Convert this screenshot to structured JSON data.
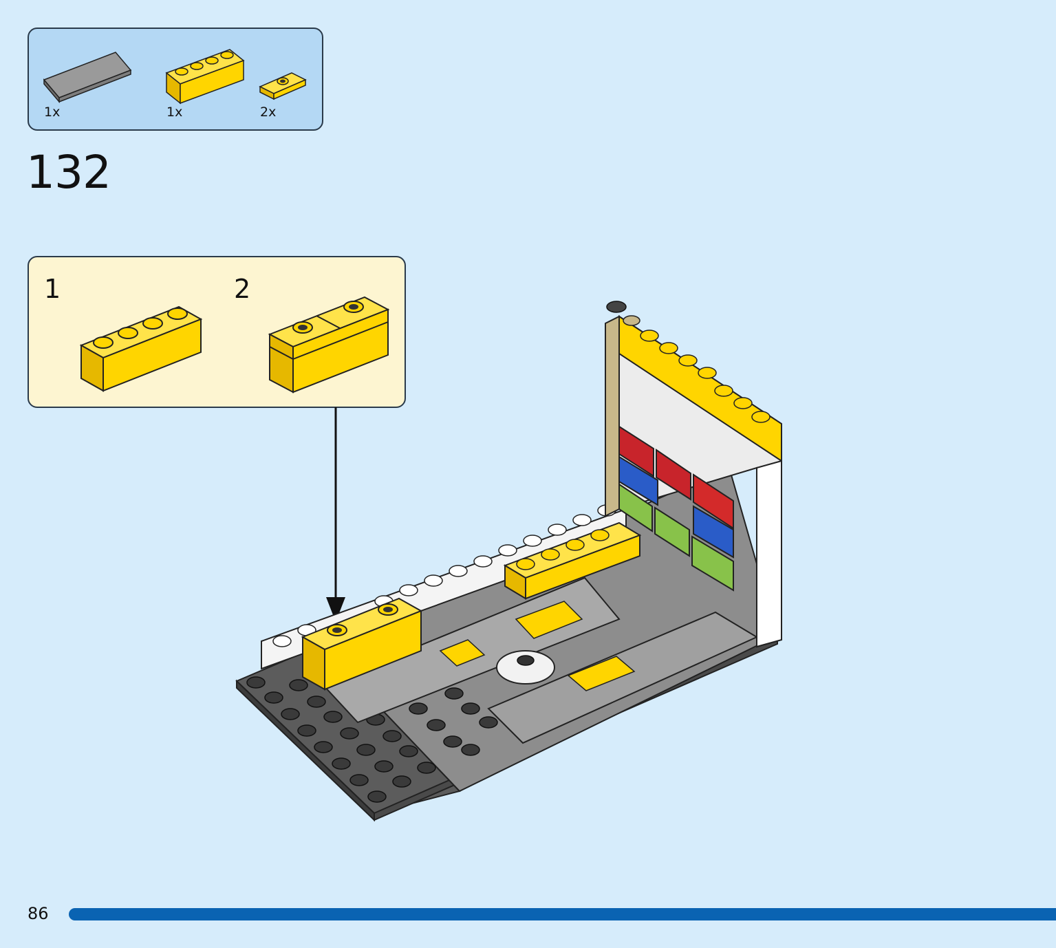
{
  "parts_list": {
    "items": [
      {
        "name": "gray-tile-2x4",
        "quantity": "1x"
      },
      {
        "name": "yellow-brick-1x4",
        "quantity": "1x"
      },
      {
        "name": "yellow-plate-1x2-jumper",
        "quantity": "2x"
      }
    ]
  },
  "step": {
    "number": "132"
  },
  "sub_steps": [
    {
      "number": "1"
    },
    {
      "number": "2"
    }
  ],
  "footer": {
    "page_number": "86"
  },
  "colors": {
    "page_background": "#d6ecfb",
    "parts_box": "#b4d8f4",
    "sub_step_box": "#fdf5d1",
    "brick_yellow": "#ffd500",
    "progress_bar": "#0a63b2"
  }
}
